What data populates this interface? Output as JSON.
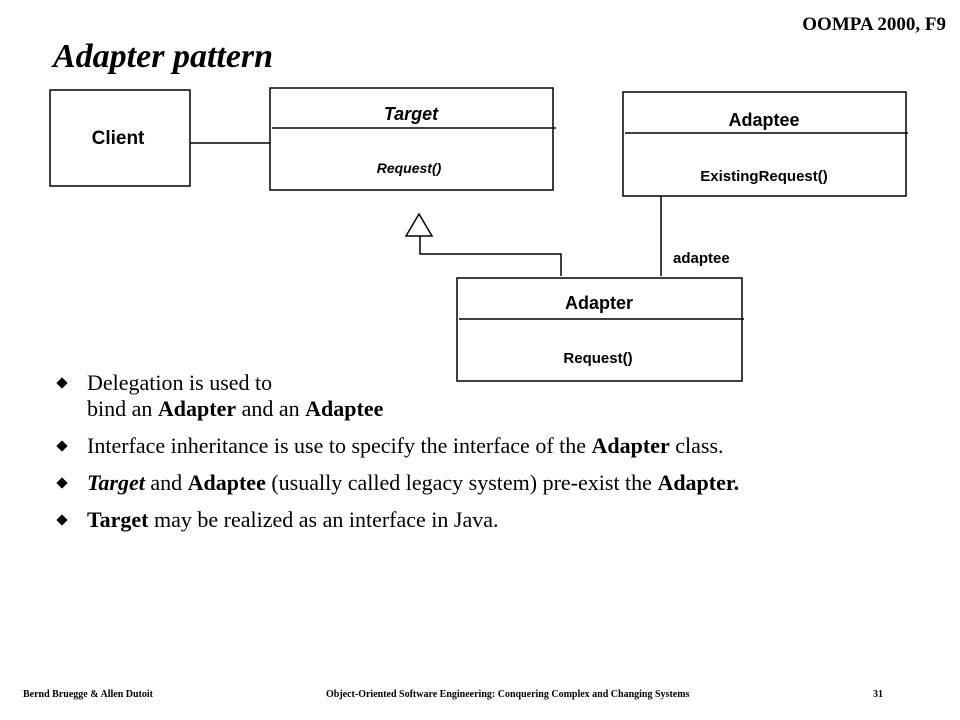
{
  "header": {
    "course": "OOMPA 2000, F9"
  },
  "slide": {
    "title": "Adapter pattern",
    "page_number": "31"
  },
  "diagram": {
    "client": {
      "name": "Client"
    },
    "target": {
      "name": "Target",
      "operation": "Request()"
    },
    "adaptee": {
      "name": "Adaptee",
      "operation": "ExistingRequest()"
    },
    "adapter": {
      "name": "Adapter",
      "operation": "Request()"
    },
    "association_role": "adaptee"
  },
  "bullets": {
    "b1": {
      "line1": "Delegation is used to",
      "line2_pre": "bind an ",
      "adapter": "Adapter",
      "and": " and an ",
      "adaptee": "Adaptee"
    },
    "b2": {
      "pre": "Interface inheritance is use to specify the interface of the ",
      "adapter": "Adapter",
      "post": " class."
    },
    "b3": {
      "target": "Target",
      "and": " and ",
      "adaptee": "Adaptee",
      "mid": " (usually called legacy system) pre-exist the ",
      "adapter": "Adapter."
    },
    "b4": {
      "target": "Target",
      "post": " may be realized as an interface in Java."
    }
  },
  "footer": {
    "authors": "Bernd Bruegge & Allen Dutoit",
    "book": "Object-Oriented Software Engineering: Conquering Complex and Changing Systems"
  }
}
